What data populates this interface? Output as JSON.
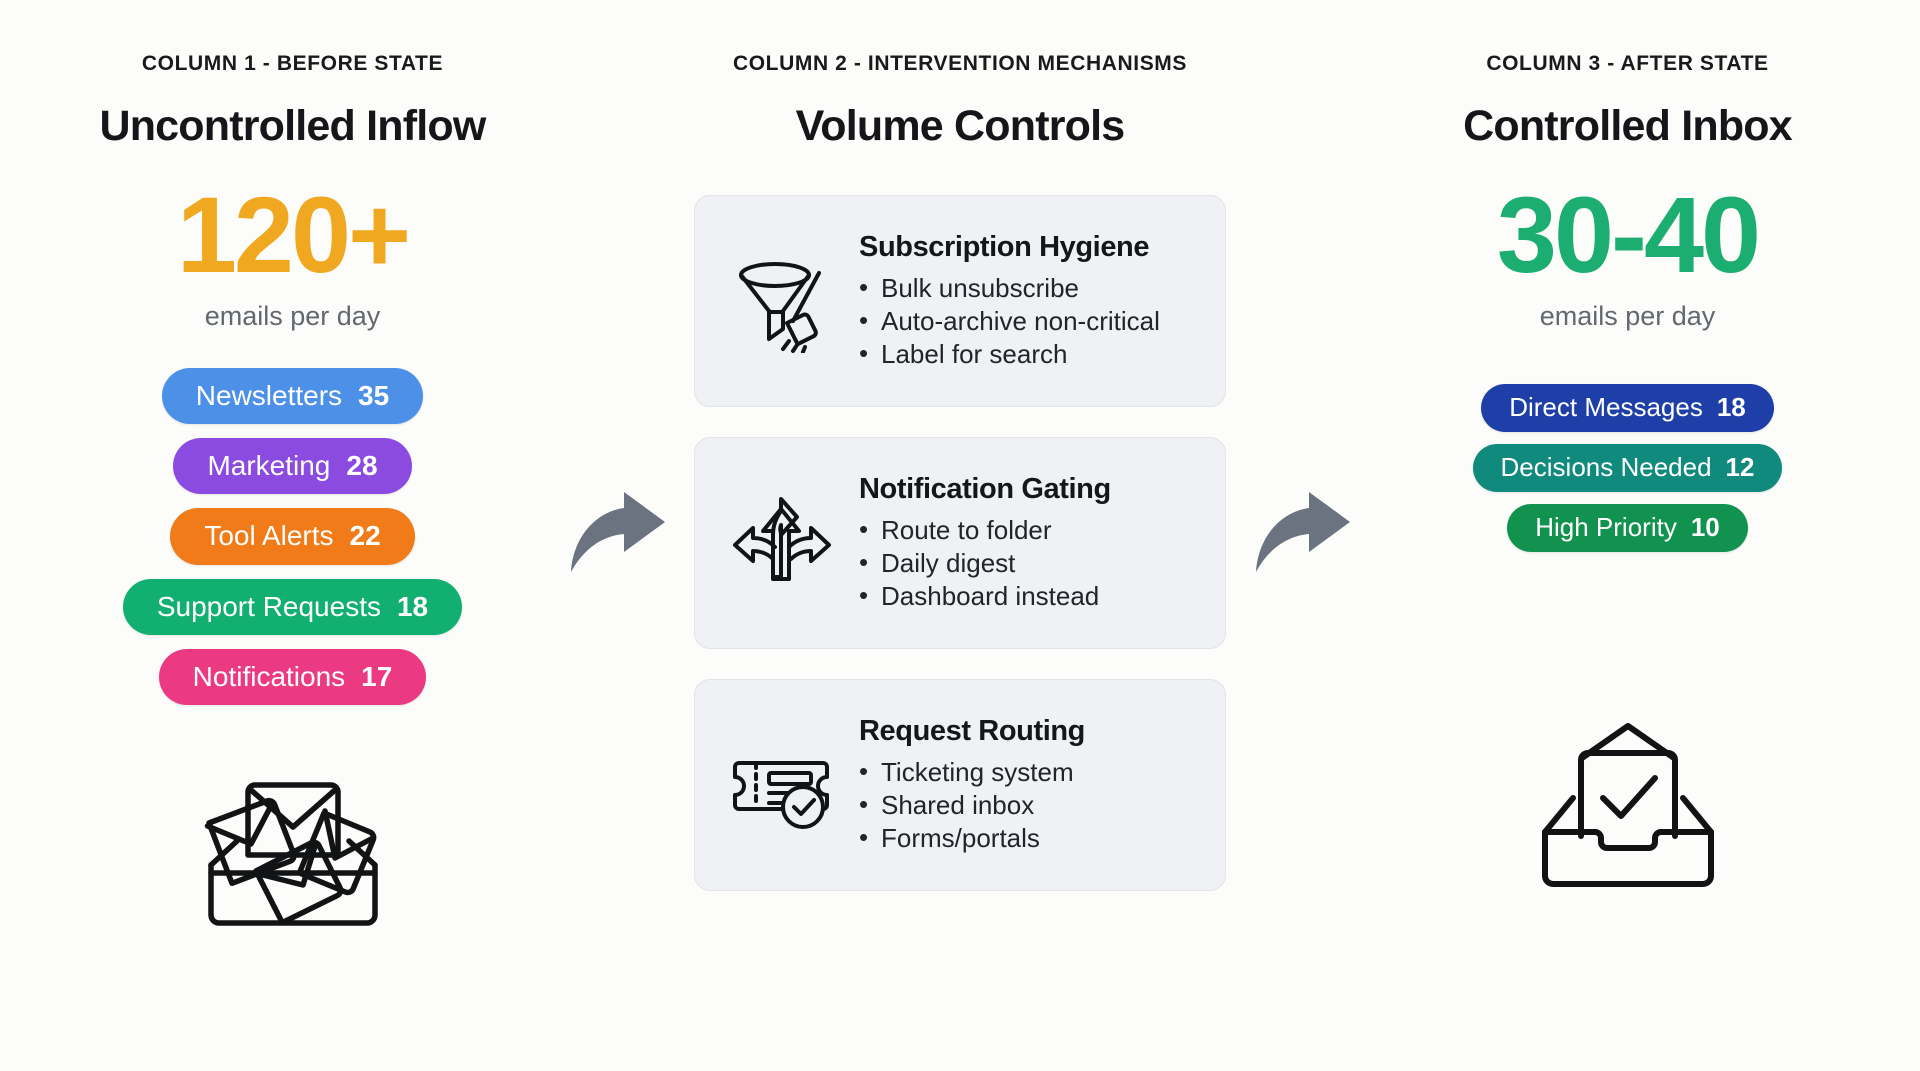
{
  "background": "#FCFCFA",
  "columns": [
    {
      "kicker": "COLUMN 1 - BEFORE STATE",
      "title": "Uncontrolled Inflow",
      "metric": "120+",
      "metric_color": "#EFA81F",
      "metric_caption": "emails per day",
      "pills": [
        {
          "label": "Newsletters",
          "count": "35",
          "color": "#4D90E8"
        },
        {
          "label": "Marketing",
          "count": "28",
          "color": "#8B4BE0"
        },
        {
          "label": "Tool Alerts",
          "count": "22",
          "color": "#F07B18"
        },
        {
          "label": "Support Requests",
          "count": "18",
          "color": "#12B070"
        },
        {
          "label": "Notifications",
          "count": "17",
          "color": "#EB3A82"
        }
      ],
      "icon": "overflowing-inbox-icon"
    },
    {
      "kicker": "COLUMN 2 - INTERVENTION MECHANISMS",
      "title": "Volume Controls",
      "cards": [
        {
          "title": "Subscription Hygiene",
          "icon": "funnel-broom-icon",
          "bullets": [
            "Bulk unsubscribe",
            "Auto-archive non-critical",
            "Label for search"
          ]
        },
        {
          "title": "Notification Gating",
          "icon": "three-way-arrows-icon",
          "bullets": [
            "Route to folder",
            "Daily digest",
            "Dashboard instead"
          ]
        },
        {
          "title": "Request Routing",
          "icon": "ticket-check-icon",
          "bullets": [
            "Ticketing system",
            "Shared inbox",
            "Forms/portals"
          ]
        }
      ]
    },
    {
      "kicker": "COLUMN 3 - AFTER STATE",
      "title": "Controlled Inbox",
      "metric": "30-40",
      "metric_color": "#1CAE70",
      "metric_caption": "emails per day",
      "pills": [
        {
          "label": "Direct Messages",
          "count": "18",
          "color": "#1E3FA8"
        },
        {
          "label": "Decisions Needed",
          "count": "12",
          "color": "#118A7E"
        },
        {
          "label": "High Priority",
          "count": "10",
          "color": "#12924F"
        }
      ],
      "icon": "inbox-check-icon"
    }
  ],
  "arrows": [
    {
      "name": "flow-arrow-1",
      "color": "#6B7280"
    },
    {
      "name": "flow-arrow-2",
      "color": "#6B7280"
    }
  ],
  "chart_data": {
    "type": "bar",
    "title": "Email volume before vs after interventions",
    "xlabel": "",
    "ylabel": "emails per day",
    "series": [
      {
        "name": "Before State (Uncontrolled Inflow) — 120+ emails per day",
        "categories": [
          "Newsletters",
          "Marketing",
          "Tool Alerts",
          "Support Requests",
          "Notifications"
        ],
        "values": [
          35,
          28,
          22,
          18,
          17
        ],
        "total": 120
      },
      {
        "name": "After State (Controlled Inbox) — 30-40 emails per day",
        "categories": [
          "Direct Messages",
          "Decisions Needed",
          "High Priority"
        ],
        "values": [
          18,
          12,
          10
        ],
        "total": 40
      }
    ],
    "legend": "right",
    "grid": false
  }
}
